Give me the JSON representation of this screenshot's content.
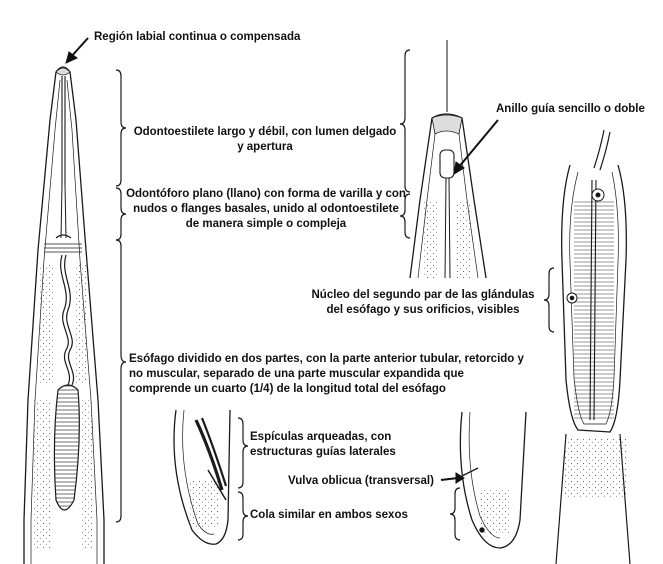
{
  "labels": {
    "labial_region": "Región labial continua o compensada",
    "odontostylet": "Odontoestilete largo y débil, con lumen delgado y apertura",
    "odontophore": "Odontóforo plano (llano) con forma de varilla y con nudos o flanges basales, unido al odontoestilete de manera simple o compleja",
    "guide_ring": "Anillo guía sencillo o doble",
    "gland_nucleus": "Núcleo del segundo par de las glándulas del esófago y sus orificios, visibles",
    "esophagus": "Esófago dividido en dos partes, con la parte anterior tubular, retorcido y no muscular, separado de una parte muscular expandida que comprende un cuarto (1/4) de la longitud total del esófago",
    "spicules": "Espículas arqueadas, con estructuras guías laterales",
    "vulva": "Vulva oblicua (transversal)",
    "tail": "Cola similar en ambos sexos"
  },
  "colors": {
    "line": "#1a1a1a",
    "ink": "#111111",
    "background": "#ffffff"
  }
}
